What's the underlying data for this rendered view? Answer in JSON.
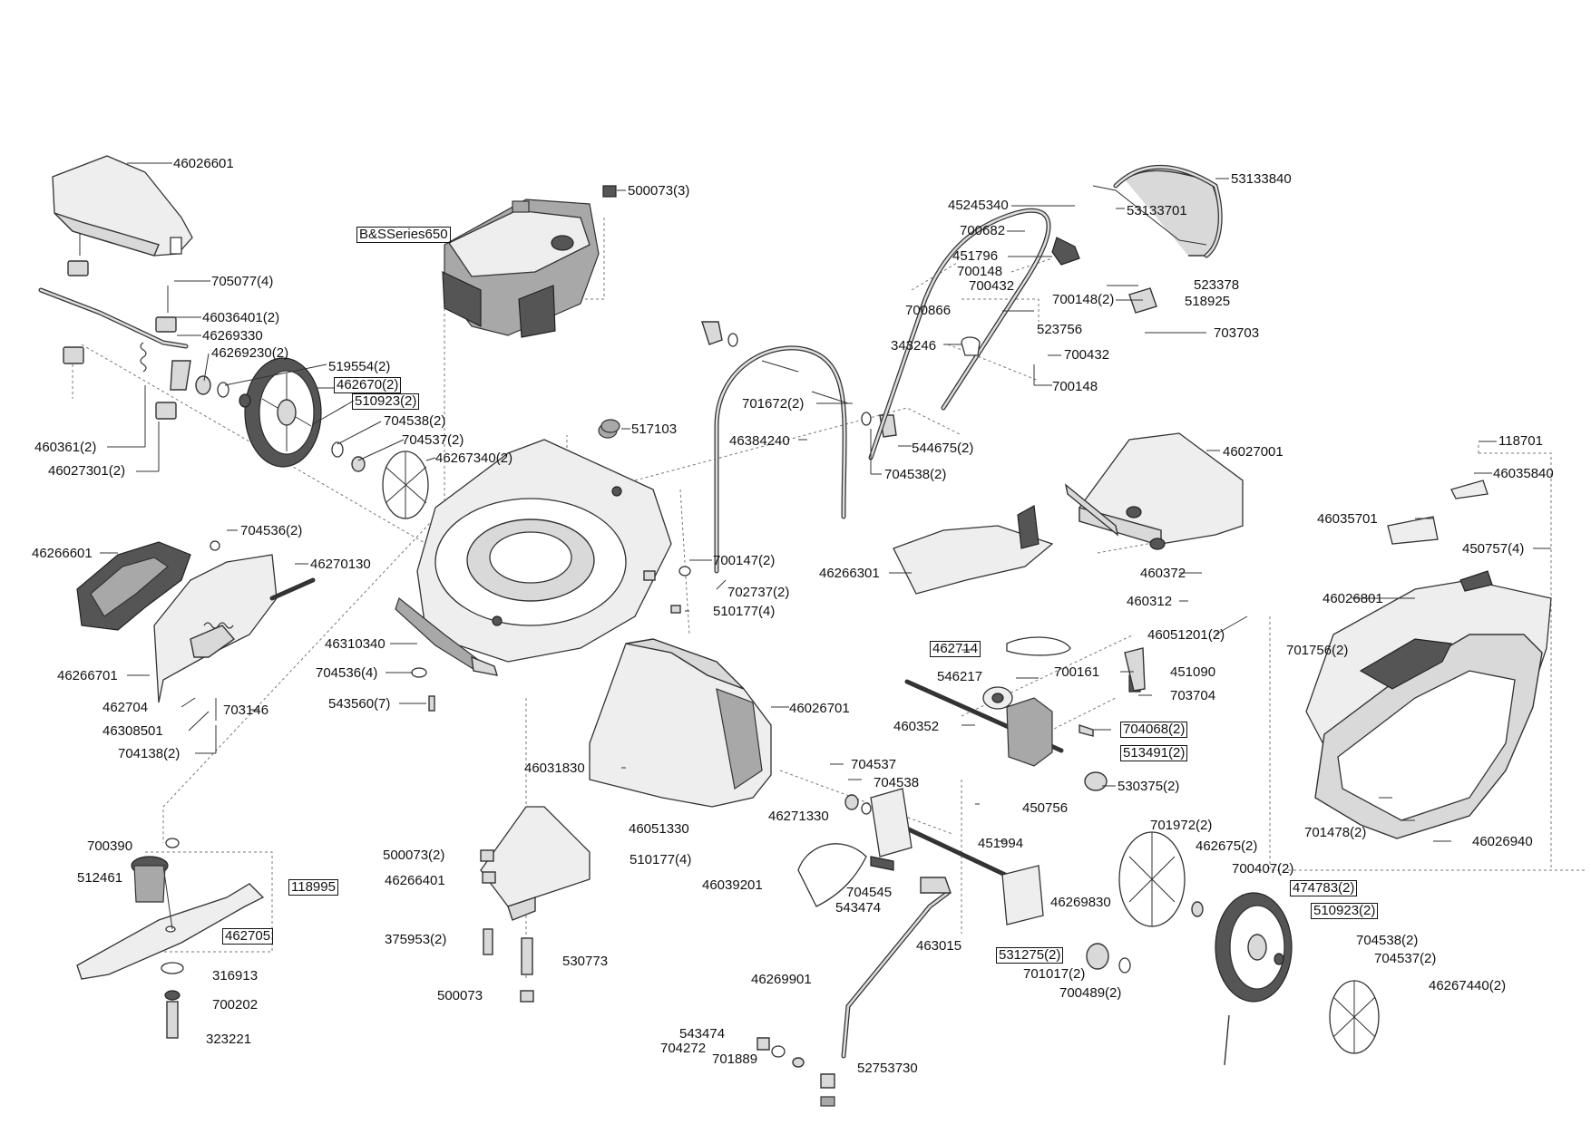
{
  "labels": {
    "p46026601": "46026601",
    "p705077_4": "705077(4)",
    "p46036401_2": "46036401(2)",
    "p46269330": "46269330",
    "p46269230_2": "46269230(2)",
    "p519554_2": "519554(2)",
    "p462670_2": "462670(2)",
    "p510923_2_a": "510923(2)",
    "p704538_2_a": "704538(2)",
    "p704537_2_a": "704537(2)",
    "p46267340_2": "46267340(2)",
    "p460361_2": "460361(2)",
    "p46027301_2": "46027301(2)",
    "p500073_3": "500073(3)",
    "p_bs_series": "B&SSeries650",
    "p517103": "517103",
    "p45245340": "45245340",
    "p53133840": "53133840",
    "p53133701": "53133701",
    "p700682": "700682",
    "p451796": "451796",
    "p700148_a": "700148",
    "p700432_a": "700432",
    "p700148_2": "700148(2)",
    "p523378": "523378",
    "p518925": "518925",
    "p700866": "700866",
    "p523756": "523756",
    "p703703": "703703",
    "p343246": "343246",
    "p700432_b": "700432",
    "p700148_b": "700148",
    "p701672_2": "701672(2)",
    "p46384240": "46384240",
    "p544675_2": "544675(2)",
    "p704538_2_b": "704538(2)",
    "p46027001": "46027001",
    "p118701": "118701",
    "p46035840": "46035840",
    "p46035701": "46035701",
    "p450757_4": "450757(4)",
    "p46026801": "46026801",
    "p704536_2": "704536(2)",
    "p46266601": "46266601",
    "p46270130": "46270130",
    "p46266701": "46266701",
    "p462704": "462704",
    "p46308501": "46308501",
    "p703146": "703146",
    "p704138_2": "704138(2)",
    "p700147_2": "700147(2)",
    "p702737_2": "702737(2)",
    "p510177_4_a": "510177(4)",
    "p46266301": "46266301",
    "p460372": "460372",
    "p460312": "460312",
    "p46051201_2": "46051201(2)",
    "p46310340": "46310340",
    "p704536_4": "704536(4)",
    "p543560_7": "543560(7)",
    "p462714": "462714",
    "p451090": "451090",
    "p701756_2": "701756(2)",
    "p546217": "546217",
    "p700161": "700161",
    "p703704": "703704",
    "p46026701": "46026701",
    "p460352": "460352",
    "p704068_2": "704068(2)",
    "p513491_2": "513491(2)",
    "p46031830": "46031830",
    "p704537_a": "704537",
    "p704538_a": "704538",
    "p530375_2": "530375(2)",
    "p450756": "450756",
    "p46051330": "46051330",
    "p46271330": "46271330",
    "p451994": "451994",
    "p701478_2": "701478(2)",
    "p46026940": "46026940",
    "p700390": "700390",
    "p512461": "512461",
    "p118995": "118995",
    "p462705": "462705",
    "p500073_2": "500073(2)",
    "p46266401": "46266401",
    "p510177_4_b": "510177(4)",
    "p46039201": "46039201",
    "p701972_2": "701972(2)",
    "p462675_2": "462675(2)",
    "p700407_2": "700407(2)",
    "p474783_2": "474783(2)",
    "p510923_2_b": "510923(2)",
    "p704545": "704545",
    "p543474_a": "543474",
    "p46269830": "46269830",
    "p375953_2": "375953(2)",
    "p530773": "530773",
    "p316913": "316913",
    "p463015": "463015",
    "p531275_2": "531275(2)",
    "p701017_2": "701017(2)",
    "p700489_2": "700489(2)",
    "p704538_2_c": "704538(2)",
    "p704537_2_b": "704537(2)",
    "p46267440_2": "46267440(2)",
    "p46269901": "46269901",
    "p500073": "500073",
    "p700202": "700202",
    "p323221": "323221",
    "p543474_b": "543474",
    "p704272": "704272",
    "p701889": "701889",
    "p52753730": "52753730"
  }
}
